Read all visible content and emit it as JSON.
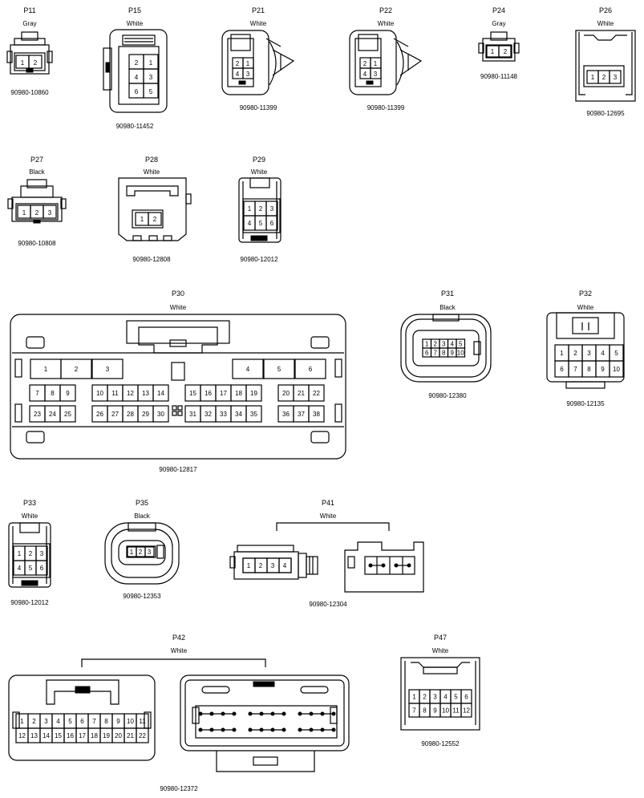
{
  "connectors": [
    {
      "id": "P11",
      "color": "Gray",
      "part": "90980-10860",
      "pins": [
        "1",
        "2"
      ]
    },
    {
      "id": "P15",
      "color": "White",
      "part": "90980-11452",
      "pins": [
        "2",
        "1",
        "4",
        "3",
        "6",
        "5"
      ]
    },
    {
      "id": "P21",
      "color": "White",
      "part": "90980-11399",
      "pins": [
        "2",
        "1",
        "4",
        "3"
      ]
    },
    {
      "id": "P22",
      "color": "White",
      "part": "90980-11399",
      "pins": [
        "2",
        "1",
        "4",
        "3"
      ]
    },
    {
      "id": "P24",
      "color": "Gray",
      "part": "90980-11148",
      "pins": [
        "1",
        "2"
      ]
    },
    {
      "id": "P26",
      "color": "White",
      "part": "90980-12695",
      "pins": [
        "1",
        "2",
        "3"
      ]
    },
    {
      "id": "P27",
      "color": "Black",
      "part": "90980-10808",
      "pins": [
        "1",
        "2",
        "3"
      ]
    },
    {
      "id": "P28",
      "color": "White",
      "part": "90980-12808",
      "pins": [
        "1",
        "2"
      ]
    },
    {
      "id": "P29",
      "color": "White",
      "part": "90980-12012",
      "pins": [
        "1",
        "2",
        "3",
        "4",
        "5",
        "6"
      ]
    },
    {
      "id": "P30",
      "color": "White",
      "part": "90980-12817",
      "pins": [
        "1",
        "2",
        "3",
        "4",
        "5",
        "6",
        "7",
        "8",
        "9",
        "10",
        "11",
        "12",
        "13",
        "14",
        "15",
        "16",
        "17",
        "18",
        "19",
        "20",
        "21",
        "22",
        "23",
        "24",
        "25",
        "26",
        "27",
        "28",
        "29",
        "30",
        "31",
        "32",
        "33",
        "34",
        "35",
        "36",
        "37",
        "38"
      ]
    },
    {
      "id": "P31",
      "color": "Black",
      "part": "90980-12380",
      "pins": [
        "1",
        "2",
        "3",
        "4",
        "5",
        "6",
        "7",
        "8",
        "9",
        "10"
      ]
    },
    {
      "id": "P32",
      "color": "White",
      "part": "90980-12135",
      "pins": [
        "1",
        "2",
        "3",
        "4",
        "5",
        "6",
        "7",
        "8",
        "9",
        "10"
      ]
    },
    {
      "id": "P33",
      "color": "White",
      "part": "90980-12012",
      "pins": [
        "1",
        "2",
        "3",
        "4",
        "5",
        "6"
      ]
    },
    {
      "id": "P35",
      "color": "Black",
      "part": "90980-12353",
      "pins": [
        "1",
        "2",
        "3"
      ]
    },
    {
      "id": "P41",
      "color": "White",
      "part": "90980-12304",
      "pins": [
        "1",
        "2",
        "3",
        "4"
      ]
    },
    {
      "id": "P42",
      "color": "White",
      "part": "90980-12372",
      "pins": [
        "1",
        "2",
        "3",
        "4",
        "5",
        "6",
        "7",
        "8",
        "9",
        "10",
        "11",
        "12",
        "13",
        "14",
        "15",
        "16",
        "17",
        "18",
        "19",
        "20",
        "21",
        "22"
      ]
    },
    {
      "id": "P47",
      "color": "White",
      "part": "90980-12552",
      "pins": [
        "1",
        "2",
        "3",
        "4",
        "5",
        "6",
        "7",
        "8",
        "9",
        "10",
        "11",
        "12"
      ]
    }
  ]
}
